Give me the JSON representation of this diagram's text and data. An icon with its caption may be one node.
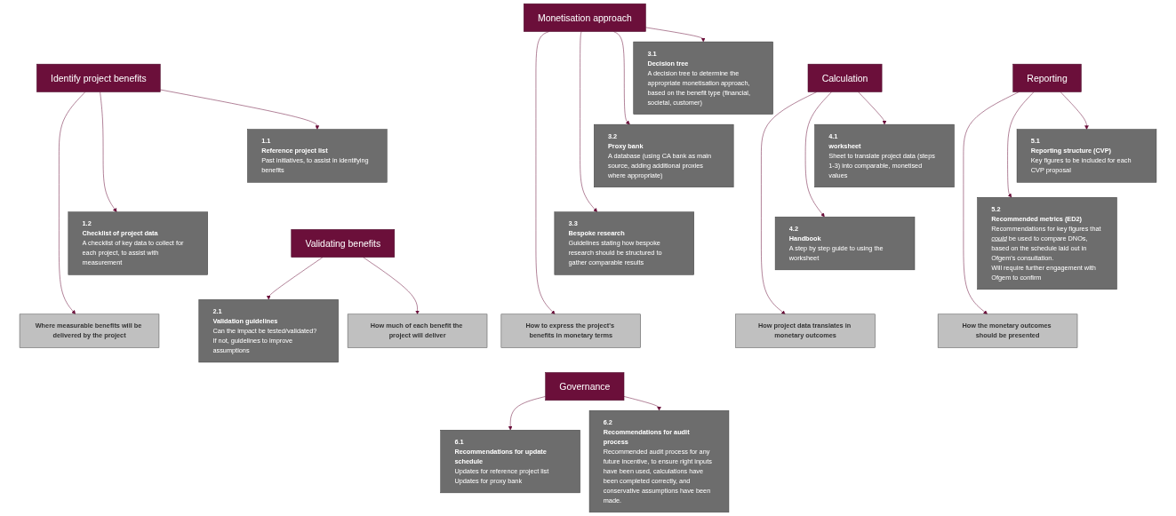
{
  "diagram": {
    "nodes": [
      {
        "text": [
          "Identify project benefits"
        ]
      },
      {
        "text": [
          "1.1",
          "Reference project list",
          "Past initiatives, to assist in identifying benefits"
        ]
      },
      {
        "text": [
          "1.2",
          "Checklist of project data",
          "A checklist of key data to collect for each project, to assist with measurement"
        ]
      },
      {
        "text": [
          "Where measurable benefits will be delivered by the project"
        ]
      },
      {
        "text": [
          "Validating benefits"
        ]
      },
      {
        "text": [
          "2.1",
          "Validation guidelines",
          "Can the impact be tested/validated?",
          "If not, guidelines to improve assumptions"
        ]
      },
      {
        "text": [
          "How much of each benefit the project will deliver"
        ]
      },
      {
        "text": [
          "Monetisation approach"
        ]
      },
      {
        "text": [
          "3.1",
          "Decision tree",
          "A decision tree to determine the appropriate monetisation approach, based on the benefit type (financial, societal, customer)"
        ]
      },
      {
        "text": [
          "3.2",
          "Proxy bank",
          "A database (using CA bank as main source, adding additional proxies where appropriate)"
        ]
      },
      {
        "text": [
          "3.3",
          "Bespoke research",
          "Guidelines stating how bespoke research should be structured to gather comparable results"
        ]
      },
      {
        "text": [
          "How to express the project's benefits in monetary terms"
        ]
      },
      {
        "text": [
          "Calculation"
        ]
      },
      {
        "text": [
          "4.1",
          "worksheet",
          "Sheet to translate project data (steps 1-3) into comparable, monetised values"
        ]
      },
      {
        "text": [
          "4.2",
          "Handbook",
          "A step by step guide to using the worksheet"
        ]
      },
      {
        "text": [
          "How project data translates in monetary outcomes"
        ]
      },
      {
        "text": [
          "Reporting"
        ]
      },
      {
        "text": [
          "5.1",
          "Reporting structure (CVP)",
          "Key figures to be included for each CVP proposal"
        ]
      },
      {
        "text": [
          "5.2",
          "Recommended metrics (ED2)",
          "Recommendations for key figures that *could* be used to compare DNOs, based on the schedule laid out in Ofgem's consultation.",
          "Will require further engagement with Ofgem to confirm"
        ]
      },
      {
        "text": [
          "How the monetary outcomes should be presented"
        ]
      },
      {
        "text": [
          "Governance"
        ]
      },
      {
        "text": [
          "6.1",
          "Recommendations for update schedule",
          "Updates for reference project list",
          "Updates for proxy bank"
        ]
      },
      {
        "text": [
          "6.2",
          "Recommendations for audit process",
          "Recommended audit process for any future incentive, to ensure right inputs have been used, calculations have been completed correctly, and conservative assumptions have been made."
        ]
      }
    ],
    "edges": [
      {
        "from": 0,
        "to": 1,
        "arrow": "to"
      },
      {
        "from": 0,
        "to": 2,
        "arrow": "to"
      },
      {
        "from": 0,
        "to": 3,
        "arrow": "to"
      },
      {
        "from": 4,
        "to": 5,
        "arrow": "to"
      },
      {
        "from": 4,
        "to": 6,
        "arrow": "to"
      },
      {
        "from": 7,
        "to": 8,
        "arrow": "to"
      },
      {
        "from": 7,
        "to": 9,
        "arrow": "to"
      },
      {
        "from": 7,
        "to": 10,
        "arrow": "to"
      },
      {
        "from": 7,
        "to": 11,
        "arrow": "to"
      },
      {
        "from": 12,
        "to": 13,
        "arrow": "to"
      },
      {
        "from": 12,
        "to": 14,
        "arrow": "to"
      },
      {
        "from": 12,
        "to": 15,
        "arrow": "to"
      },
      {
        "from": 16,
        "to": 17,
        "arrow": "to"
      },
      {
        "from": 16,
        "to": 18,
        "arrow": "to"
      },
      {
        "from": 16,
        "to": 19,
        "arrow": "to"
      },
      {
        "from": 20,
        "to": 21,
        "arrow": "to"
      },
      {
        "from": 20,
        "to": 22,
        "arrow": "to"
      }
    ]
  }
}
